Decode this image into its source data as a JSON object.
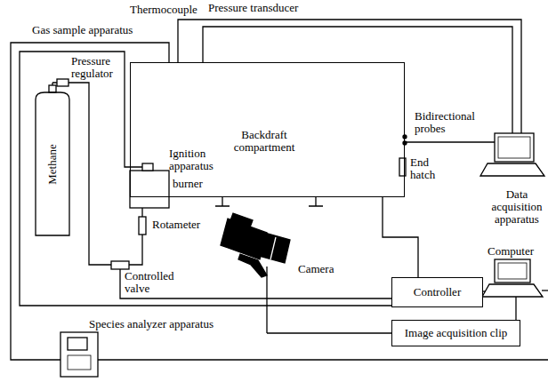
{
  "diagram": {
    "nodes": [
      {
        "text": [
          "Backdraft compartment"
        ]
      },
      {
        "text": [
          "Controller"
        ]
      },
      {
        "text": [
          "Image acquisition clip"
        ]
      }
    ],
    "edges": [
      {
        "from": 0,
        "to": 1,
        "arrow": "none"
      }
    ],
    "labels": [
      "Thermocouple",
      "Pressure transducer",
      "Gas sample apparatus",
      "Pressure regulator",
      "Methane",
      "Ignition apparatus",
      "burner",
      "Bidirectional probes",
      "End hatch",
      "Data acquisition apparatus",
      "Rotameter",
      "Controlled valve",
      "Camera",
      "Computer",
      "Species analyzer apparatus"
    ]
  }
}
